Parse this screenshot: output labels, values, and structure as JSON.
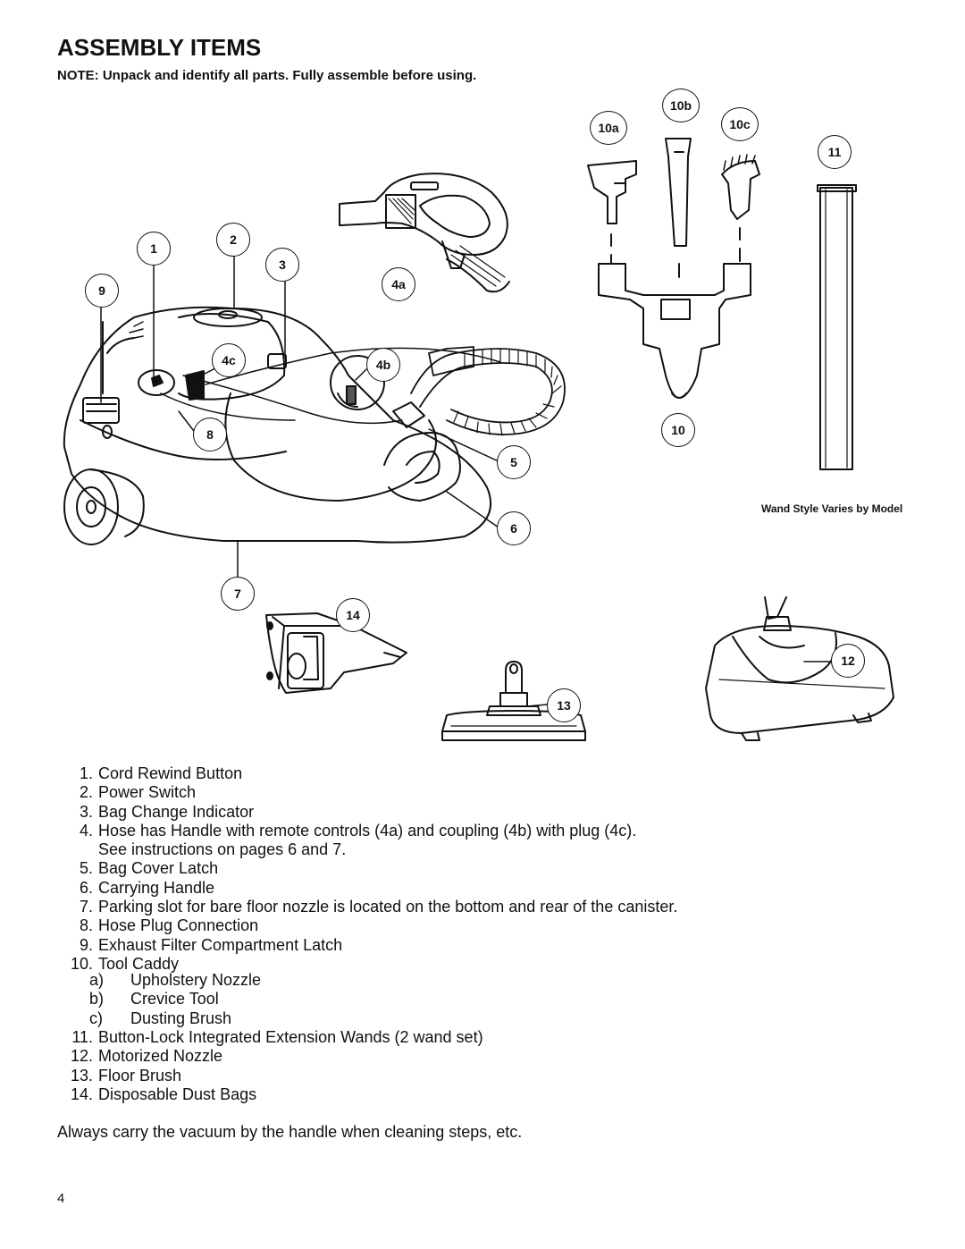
{
  "title": "ASSEMBLY ITEMS",
  "note": "NOTE:  Unpack and identify all parts. Fully assemble before using.",
  "callouts": {
    "c1": "1",
    "c2": "2",
    "c3": "3",
    "c4a": "4a",
    "c4b": "4b",
    "c4c": "4c",
    "c5": "5",
    "c6": "6",
    "c7": "7",
    "c8": "8",
    "c9": "9",
    "c10": "10",
    "c10a": "10a",
    "c10b": "10b",
    "c10c": "10c",
    "c11": "11",
    "c12": "12",
    "c13": "13",
    "c14": "14"
  },
  "wand_note": "Wand Style Varies by Model",
  "parts": [
    {
      "num": "1.",
      "text": "Cord Rewind Button"
    },
    {
      "num": "2.",
      "text": "Power Switch"
    },
    {
      "num": "3.",
      "text": "Bag Change Indicator"
    },
    {
      "num": "4.",
      "text": "Hose has Handle with remote controls (4a) and coupling (4b) with plug (4c).",
      "cont": "See instructions on pages 6 and 7."
    },
    {
      "num": "5.",
      "text": "Bag Cover Latch"
    },
    {
      "num": "6.",
      "text": "Carrying Handle"
    },
    {
      "num": "7.",
      "text": "Parking slot for bare floor nozzle is located on the bottom and rear of the canister."
    },
    {
      "num": "8.",
      "text": "Hose Plug Connection"
    },
    {
      "num": "9.",
      "text": "Exhaust Filter Compartment Latch"
    },
    {
      "num": "10.",
      "text": "Tool Caddy"
    },
    {
      "num": "11.",
      "text": "Button-Lock Integrated Extension Wands (2 wand set)"
    },
    {
      "num": "12.",
      "text": "Motorized Nozzle"
    },
    {
      "num": "13.",
      "text": "Floor Brush"
    },
    {
      "num": "14.",
      "text": "Disposable Dust Bags"
    }
  ],
  "tool_caddy_subs": [
    {
      "letter": "a)",
      "text": "Upholstery Nozzle"
    },
    {
      "letter": "b)",
      "text": "Crevice Tool"
    },
    {
      "letter": "c)",
      "text": "Dusting Brush"
    }
  ],
  "closing": "Always carry the vacuum by the handle when cleaning steps, etc.",
  "page_number": "4"
}
